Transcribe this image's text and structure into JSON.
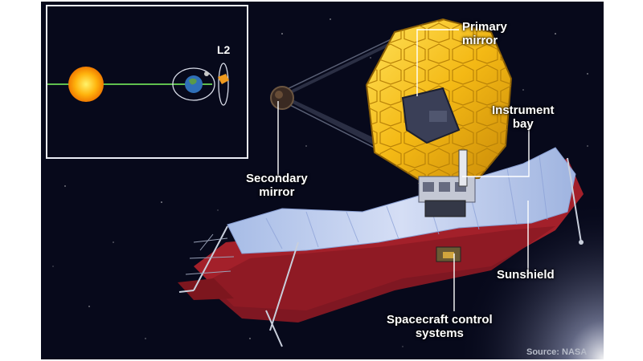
{
  "labels": {
    "primary_mirror": [
      "Primary",
      "mirror"
    ],
    "instrument_bay": [
      "Instrument",
      "bay"
    ],
    "secondary_mirror": [
      "Secondary",
      "mirror"
    ],
    "sunshield": "Sunshield",
    "spacecraft_control": [
      "Spacecraft control",
      "systems"
    ],
    "l2": "L2"
  },
  "credit": "Source: NASA",
  "colors": {
    "space": "#07091b",
    "mirror_gold": "#f2c21a",
    "sunshield_blue": "#b8c8ec",
    "sunshield_red": "#a3202a",
    "orbit_line": "#5fbf4e"
  },
  "icons": [
    "sun-icon",
    "earth-icon",
    "moon-icon",
    "telescope-icon"
  ]
}
